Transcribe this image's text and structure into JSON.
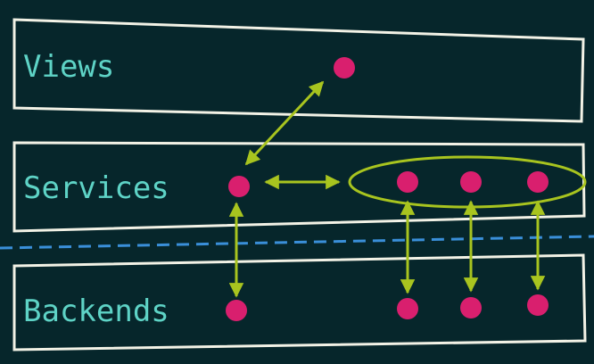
{
  "diagram": {
    "layers": [
      {
        "id": "views",
        "label": "Views"
      },
      {
        "id": "services",
        "label": "Services"
      },
      {
        "id": "backends",
        "label": "Backends"
      }
    ],
    "colors": {
      "background": "#06262b",
      "layer_border": "#f2f2e6",
      "label_text": "#5ed3c6",
      "node": "#d91f6e",
      "arrow": "#a8c41f",
      "divider": "#3a8fd9"
    }
  }
}
